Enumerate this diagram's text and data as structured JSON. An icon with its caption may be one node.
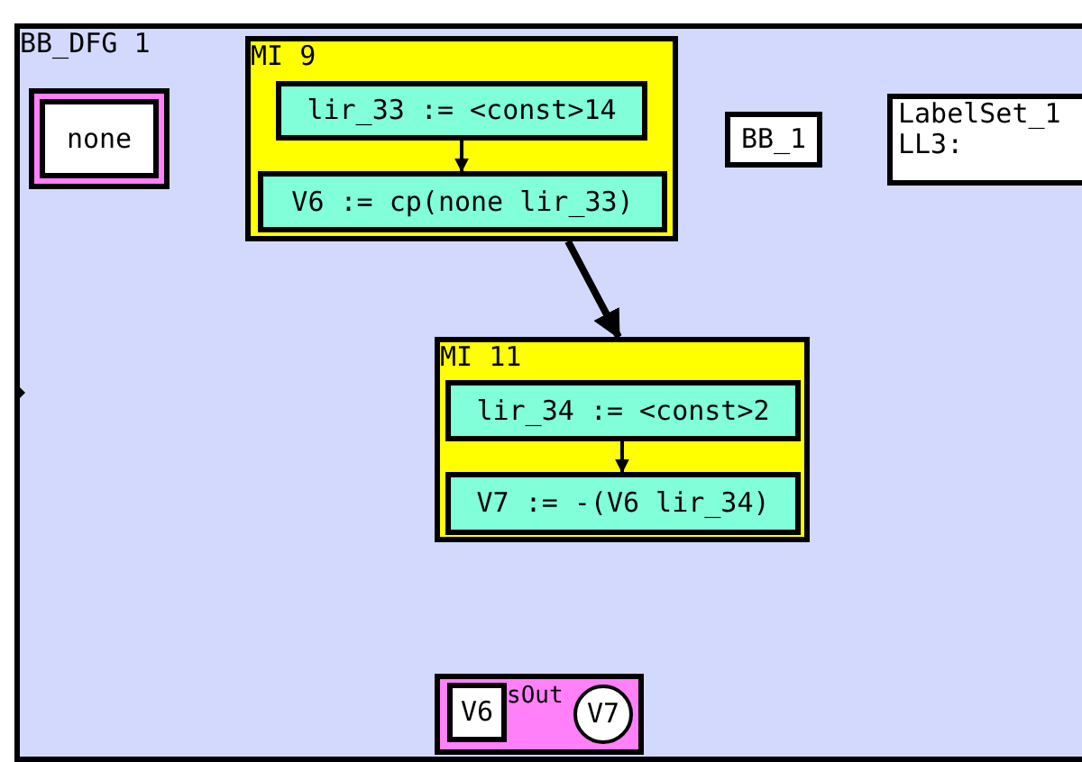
{
  "diagram": {
    "nodes": [
      {
        "text": [
          "BB_DFG 1"
        ]
      },
      {
        "text": [
          "none"
        ],
        "in": 0
      },
      {
        "text": [
          "MI 9"
        ],
        "in": 0
      },
      {
        "text": [
          "lir_33 := <const>14"
        ],
        "in": 2
      },
      {
        "text": [
          "V6 := cp(none lir_33)"
        ],
        "in": 2
      },
      {
        "text": [
          "BB_1"
        ],
        "in": 0
      },
      {
        "text": [
          "LabelSet_1",
          "LL3:"
        ],
        "in": 0
      },
      {
        "text": [
          "MI 11"
        ],
        "in": 0
      },
      {
        "text": [
          "lir_34 := <const>2"
        ],
        "in": 7
      },
      {
        "text": [
          "V7 := -(V6 lir_34)"
        ],
        "in": 7
      },
      {
        "text": [
          "sOut"
        ],
        "in": 0
      },
      {
        "text": [
          "V6"
        ],
        "in": 10
      },
      {
        "text": [
          "V7"
        ],
        "in": 10
      }
    ],
    "edges": [
      {
        "from": 3,
        "to": 4,
        "arrow": "to"
      },
      {
        "from": 2,
        "to": 7,
        "arrow": "to",
        "style": "thick"
      },
      {
        "from": 8,
        "to": 9,
        "arrow": "to"
      }
    ]
  }
}
